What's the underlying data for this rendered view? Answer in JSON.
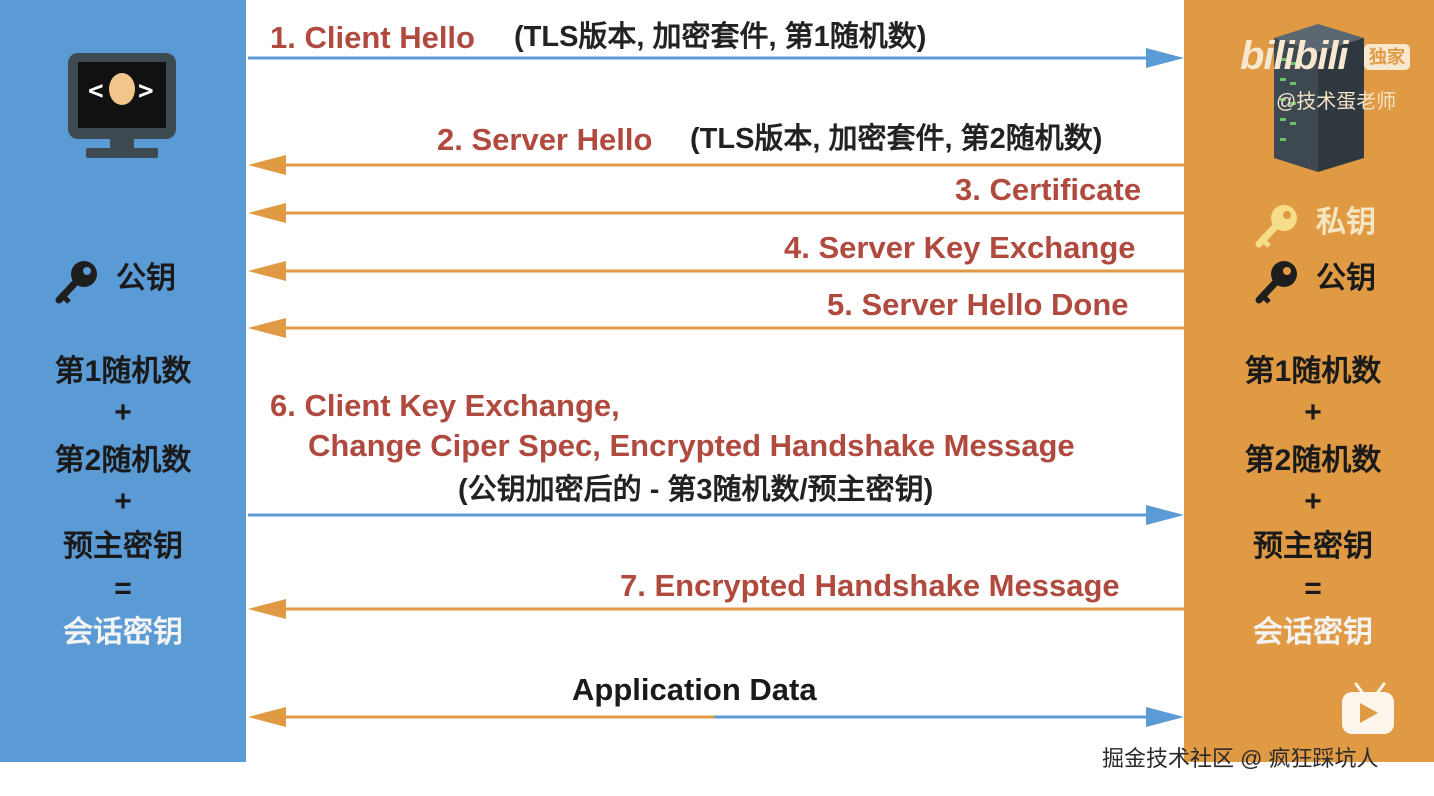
{
  "messages": {
    "m1_title": "1. Client Hello",
    "m1_detail": "(TLS版本, 加密套件, 第1随机数)",
    "m2_title": "2. Server Hello",
    "m2_detail": "(TLS版本, 加密套件, 第2随机数)",
    "m3_title": "3. Certificate",
    "m4_title": "4. Server Key Exchange",
    "m5_title": "5. Server Hello Done",
    "m6_line1": "6. Client Key Exchange,",
    "m6_line2": "Change Ciper Spec,  Encrypted Handshake Message",
    "m6_line3": "(公钥加密后的 - 第3随机数/预主密钥)",
    "m7_title": "7. Encrypted Handshake Message",
    "app_data": "Application Data"
  },
  "client": {
    "key_label": "公钥",
    "formula": [
      "第1随机数",
      "+",
      "第2随机数",
      "+",
      "预主密钥",
      "=",
      "会话密钥"
    ]
  },
  "server": {
    "private_key_label": "私钥",
    "public_key_label": "公钥",
    "formula": [
      "第1随机数",
      "+",
      "第2随机数",
      "+",
      "预主密钥",
      "=",
      "会话密钥"
    ]
  },
  "watermarks": {
    "bilibili_logo": "bilibili",
    "bilibili_badge": "独家",
    "bilibili_author": "@技术蛋老师",
    "footer": "掘金技术社区 @ 疯狂踩坑人"
  },
  "colors": {
    "client_panel": "#5b9bd5",
    "server_panel": "#e19a44",
    "arrow_to_server": "#5b9bd5",
    "arrow_to_client": "#e19a44",
    "message_text": "#b04a3f"
  },
  "icons": {
    "client": "computer-monitor-icon",
    "server": "server-rack-icon",
    "key": "key-icon",
    "play": "play-button-icon"
  }
}
